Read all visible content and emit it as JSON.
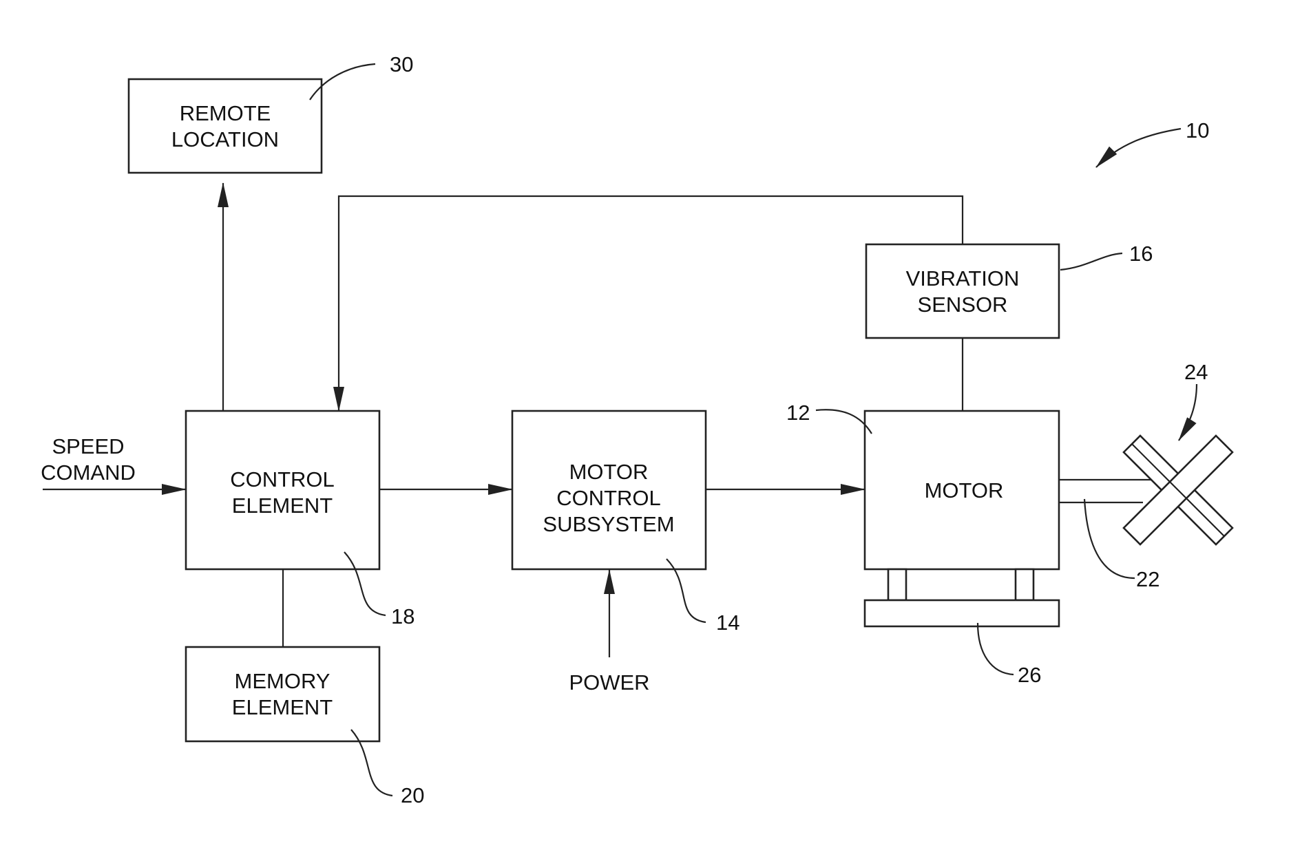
{
  "figure": {
    "reference": "10",
    "blocks": {
      "remote_location": {
        "lines": [
          "REMOTE",
          "LOCATION"
        ],
        "ref": "30"
      },
      "vibration_sensor": {
        "lines": [
          "VIBRATION",
          "SENSOR"
        ],
        "ref": "16"
      },
      "control_element": {
        "lines": [
          "CONTROL",
          "ELEMENT"
        ],
        "ref": "18"
      },
      "motor_control_subsystem": {
        "lines": [
          "MOTOR",
          "CONTROL",
          "SUBSYSTEM"
        ],
        "ref": "14"
      },
      "motor": {
        "lines": [
          "MOTOR"
        ],
        "ref": "12"
      },
      "memory_element": {
        "lines": [
          "MEMORY",
          "ELEMENT"
        ],
        "ref": "20"
      }
    },
    "inputs": {
      "speed_command": [
        "SPEED",
        "COMAND"
      ],
      "power": "POWER"
    },
    "components": {
      "shaft_ref": "22",
      "fan_ref": "24",
      "base_ref": "26"
    }
  }
}
